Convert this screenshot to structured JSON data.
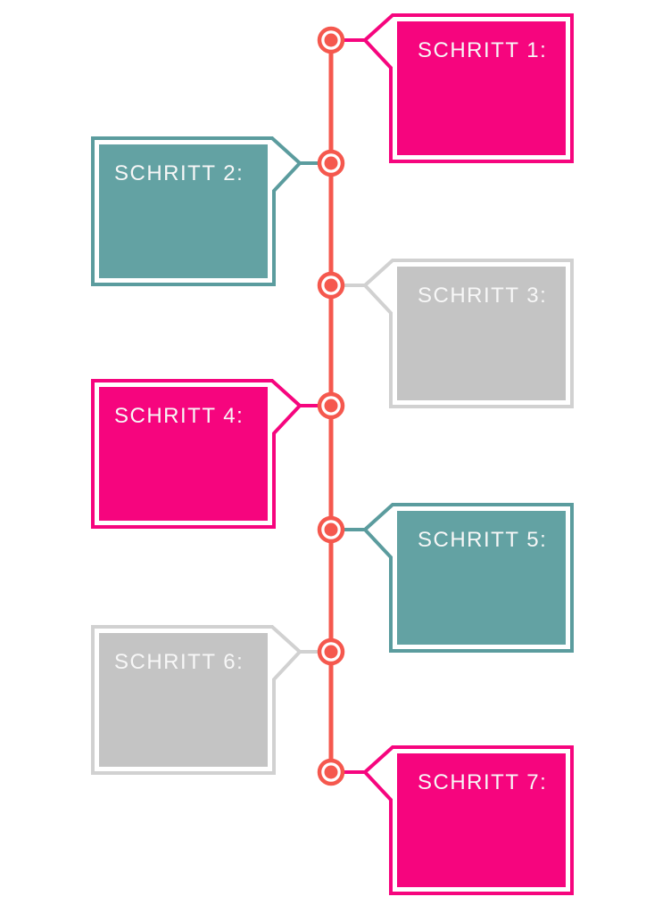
{
  "palette": {
    "coral": "#F5584E",
    "pink": "#F6057E",
    "teal_border": "#5B9C9E",
    "teal_fill": "#63A2A3",
    "gray_border": "#D1D1D1",
    "gray_fill": "#C4C4C4",
    "label_text": "#F7F7F7",
    "background": "#FFFFFF"
  },
  "timeline": {
    "node_count": "7"
  },
  "steps": [
    {
      "label": "SCHRITT 1:",
      "side": "right",
      "border_color": "#F6057E",
      "fill_color": "#F6057E"
    },
    {
      "label": "SCHRITT 2:",
      "side": "left",
      "border_color": "#5B9C9E",
      "fill_color": "#63A2A3"
    },
    {
      "label": "SCHRITT 3:",
      "side": "right",
      "border_color": "#D1D1D1",
      "fill_color": "#C4C4C4"
    },
    {
      "label": "SCHRITT 4:",
      "side": "left",
      "border_color": "#F6057E",
      "fill_color": "#F6057E"
    },
    {
      "label": "SCHRITT 5:",
      "side": "right",
      "border_color": "#5B9C9E",
      "fill_color": "#63A2A3"
    },
    {
      "label": "SCHRITT 6:",
      "side": "left",
      "border_color": "#D1D1D1",
      "fill_color": "#C4C4C4"
    },
    {
      "label": "SCHRITT 7:",
      "side": "right",
      "border_color": "#F6057E",
      "fill_color": "#F6057E"
    }
  ]
}
